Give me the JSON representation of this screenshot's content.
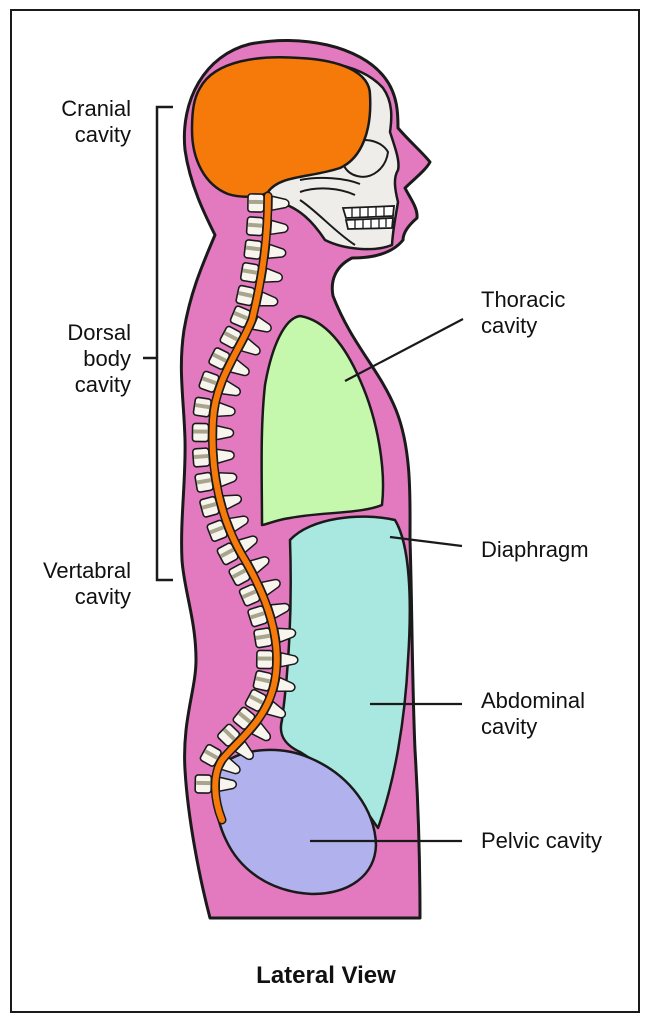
{
  "title": "Lateral View",
  "labels": {
    "cranial_l1": "Cranial",
    "cranial_l2": "cavity",
    "dorsal_l1": "Dorsal",
    "dorsal_l2": "body",
    "dorsal_l3": "cavity",
    "vertebral_l1": "Vertabral",
    "vertebral_l2": "cavity",
    "thoracic_l1": "Thoracic",
    "thoracic_l2": "cavity",
    "diaphragm": "Diaphragm",
    "abdominal_l1": "Abdominal",
    "abdominal_l2": "cavity",
    "pelvic": "Pelvic cavity"
  },
  "colors": {
    "body": "#e37ac0",
    "brain": "#f57a0a",
    "spinal_cord": "#f57a0a",
    "skull": "#efedea",
    "vertebrae": "#f7f5ee",
    "thoracic": "#c5f7ad",
    "abdominal": "#a8e8e0",
    "pelvic": "#b1b1ee",
    "outline": "#1a1a1a"
  }
}
